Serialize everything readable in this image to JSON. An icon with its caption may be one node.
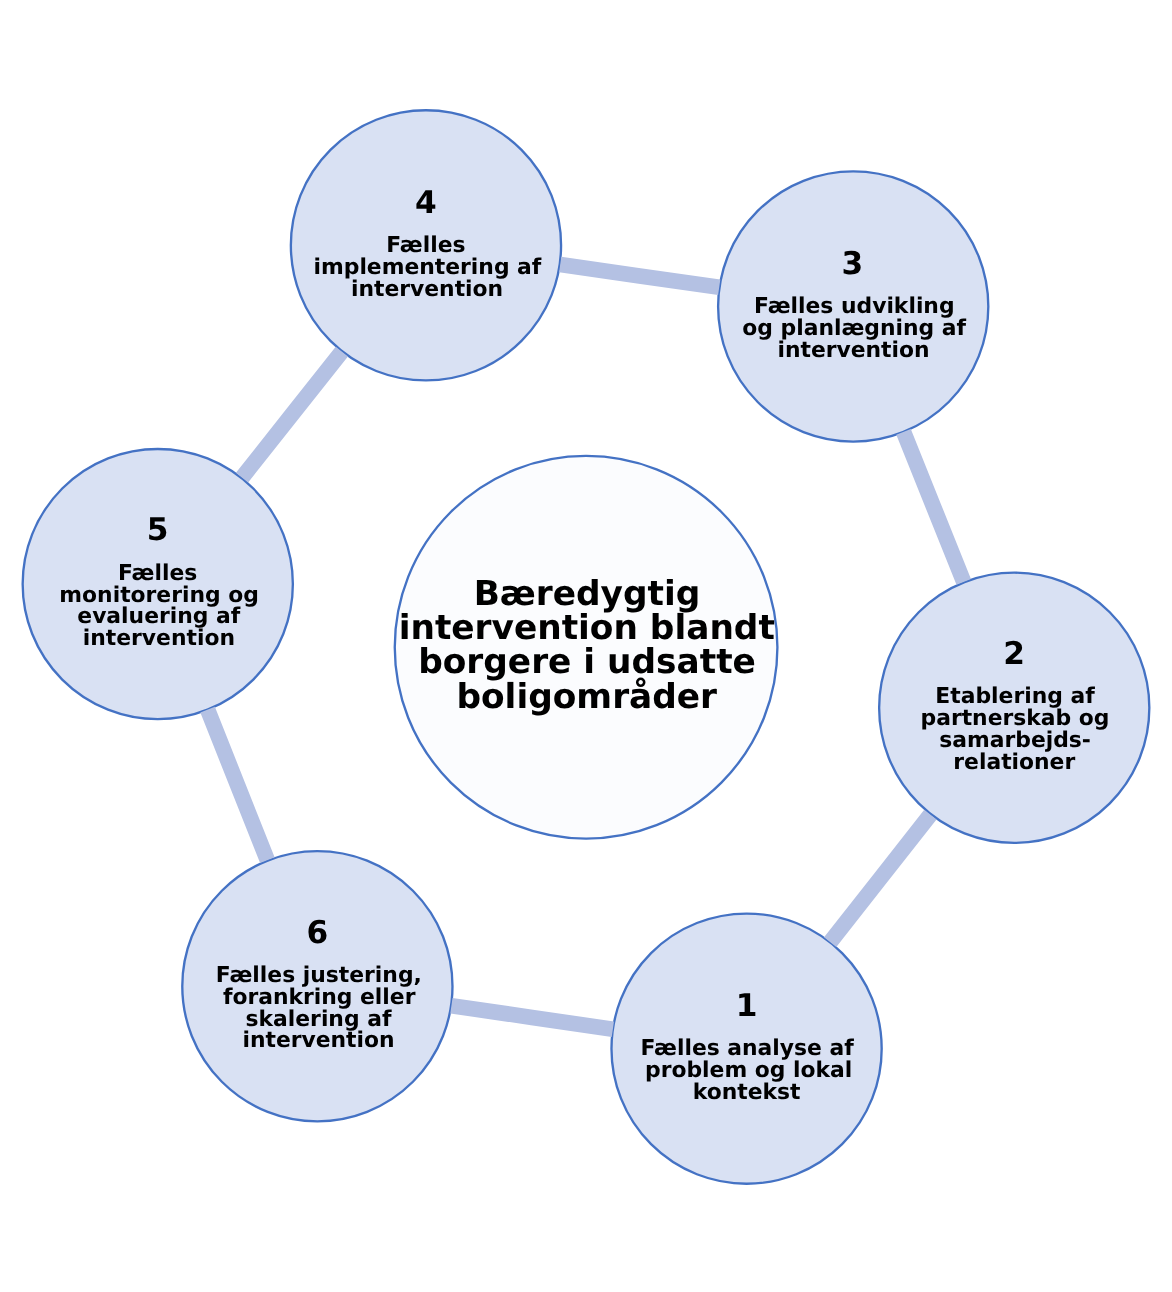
{
  "diagram": {
    "nodes": [
      {
        "text": [
          "Bæredygtig intervention blandt borgere i udsatte boligområder"
        ]
      },
      {
        "text": [
          "1",
          "Fælles analyse af problem og lokal kontekst"
        ]
      },
      {
        "text": [
          "2",
          "Etablering af partnerskab og samarbejds- relationer"
        ]
      },
      {
        "text": [
          "3",
          "Fælles udvikling og planlægning af intervention"
        ]
      },
      {
        "text": [
          "4",
          "Fælles implementering af intervention"
        ]
      },
      {
        "text": [
          "5",
          "Fælles monitorering og evaluering af intervention"
        ]
      },
      {
        "text": [
          "6",
          "Fælles justering, forankring eller skalering af intervention"
        ]
      }
    ],
    "edges": [
      {
        "from": 1,
        "to": 2,
        "arrow": "none"
      },
      {
        "from": 2,
        "to": 3,
        "arrow": "none"
      },
      {
        "from": 3,
        "to": 4,
        "arrow": "none"
      },
      {
        "from": 4,
        "to": 5,
        "arrow": "none"
      },
      {
        "from": 5,
        "to": 6,
        "arrow": "none"
      },
      {
        "from": 6,
        "to": 1,
        "arrow": "none"
      }
    ]
  }
}
